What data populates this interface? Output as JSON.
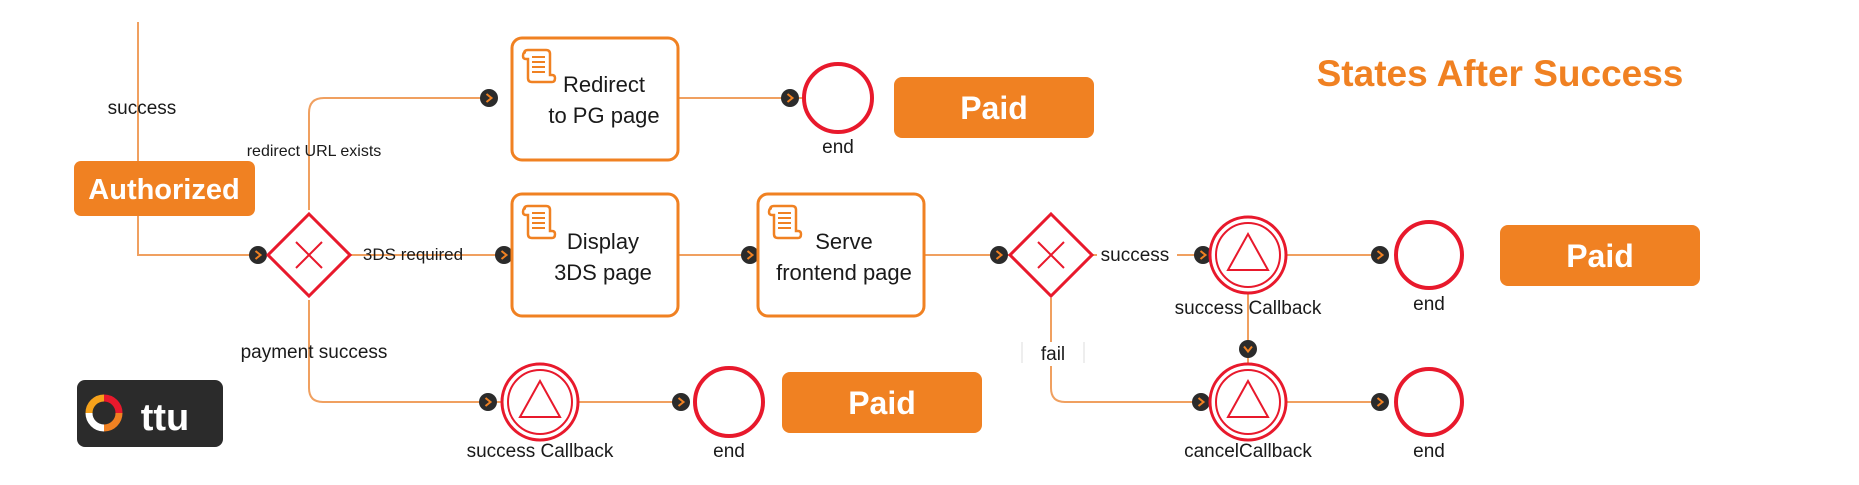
{
  "title": "States After Success",
  "logo": {
    "text": "Ottu"
  },
  "colors": {
    "accent": "#f08122",
    "line": "#f0a060",
    "event_red": "#e8192c",
    "marker": "#2b2b2b",
    "logo_bg": "#2b2b2b"
  },
  "state_badges": {
    "authorized": "Authorized",
    "paid": "Paid"
  },
  "flow_labels": {
    "success": "success",
    "redirect_url_exists": "redirect URL exists",
    "threeds_required": "3DS required",
    "payment_success": "payment success",
    "fail": "fail"
  },
  "tasks": {
    "redirect": [
      "Redirect",
      "to PG page"
    ],
    "display_3ds": [
      "Display",
      "3DS page"
    ],
    "serve_frontend": [
      "Serve",
      "frontend page"
    ]
  },
  "events": {
    "end": "end",
    "success_callback": "success Callback",
    "cancel_callback": "cancelCallback"
  }
}
